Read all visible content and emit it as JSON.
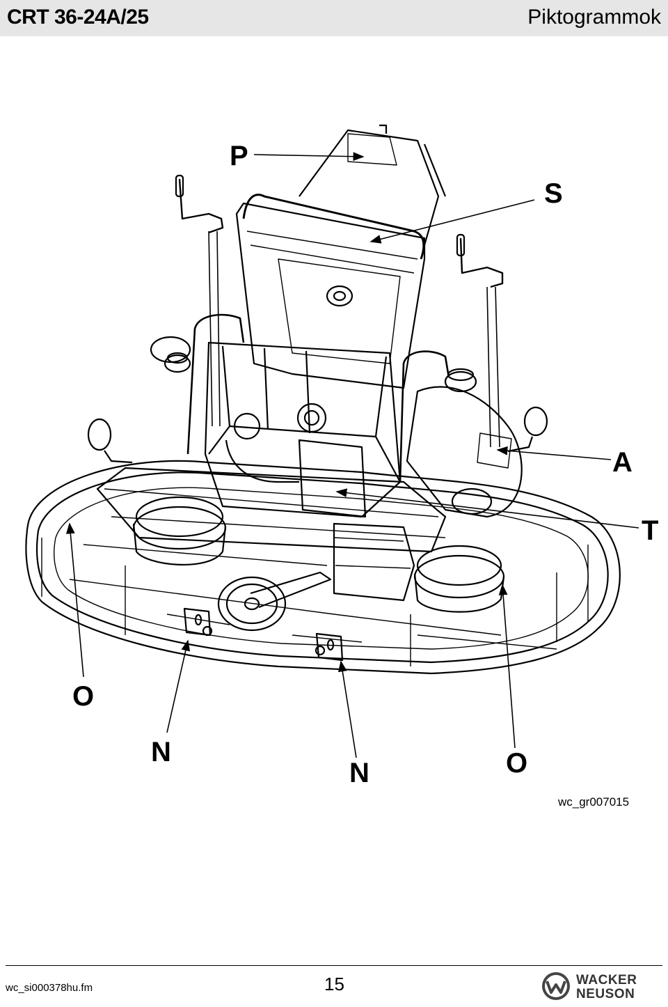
{
  "header": {
    "model": "CRT 36-24A/25",
    "section_title": "Piktogrammok"
  },
  "figure": {
    "callouts": {
      "p": "P",
      "s": "S",
      "a": "A",
      "t": "T",
      "o_left": "O",
      "n_left": "N",
      "n_center": "N",
      "o_right": "O"
    },
    "reference": "wc_gr007015"
  },
  "footer": {
    "file": "wc_si000378hu.fm",
    "page": "15",
    "brand_line1": "WACKER",
    "brand_line2": "NEUSON"
  }
}
